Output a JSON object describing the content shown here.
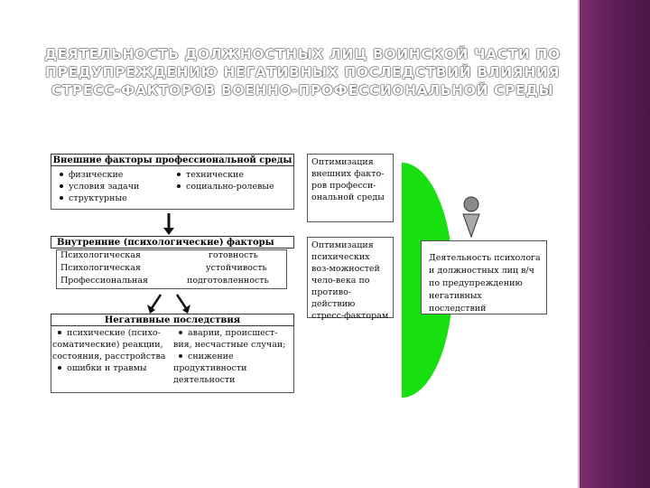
{
  "slide": {
    "title": "ДЕЯТЕЛЬНОСТЬ ДОЛЖНОСТНЫХ ЛИЦ ВОИНСКОЙ ЧАСТИ ПО ПРЕДУПРЕЖДЕНИЮ НЕГАТИВНЫХ ПОСЛЕДСТВИЙ ВЛИЯНИЯ СТРЕСС-ФАКТОРОВ ВОЕННО-ПРОФЕССИОНАЛЬНОЙ СРЕДЫ"
  },
  "colors": {
    "accent_green": "#18e010",
    "sidebar": "#5e1d56"
  },
  "external": {
    "header": "Внешние факторы профессиональной среды",
    "left_items": [
      "физические",
      "условия задачи",
      "структурные"
    ],
    "right_items": [
      "технические",
      "социально-ролевые"
    ]
  },
  "internal": {
    "header": "Внутренние (психологические) факторы",
    "rows": [
      [
        "Психологическая",
        "готовность"
      ],
      [
        "Психологическая",
        "устойчивость"
      ],
      [
        "Профессиональная",
        "подготовленность"
      ]
    ]
  },
  "negative": {
    "header": "Негативные последствия",
    "col1": "психические (психо-соматические) реакции, состояния, расстройства",
    "col1_b": "ошибки и травмы",
    "col2": "аварии, происшест-вия, несчастные случаи;",
    "col2_b": "снижение продуктивности деятельности"
  },
  "side_boxes": {
    "optimize_external": "Оптимизация внешних факто-ров професси-ональной среды",
    "optimize_psych": "Оптимизация психических воз-можностей чело-века по противо-действию стресс-факторам",
    "officials": "Деятельность психолога и должностных лиц в/ч по предупреждению негативных последствий"
  }
}
